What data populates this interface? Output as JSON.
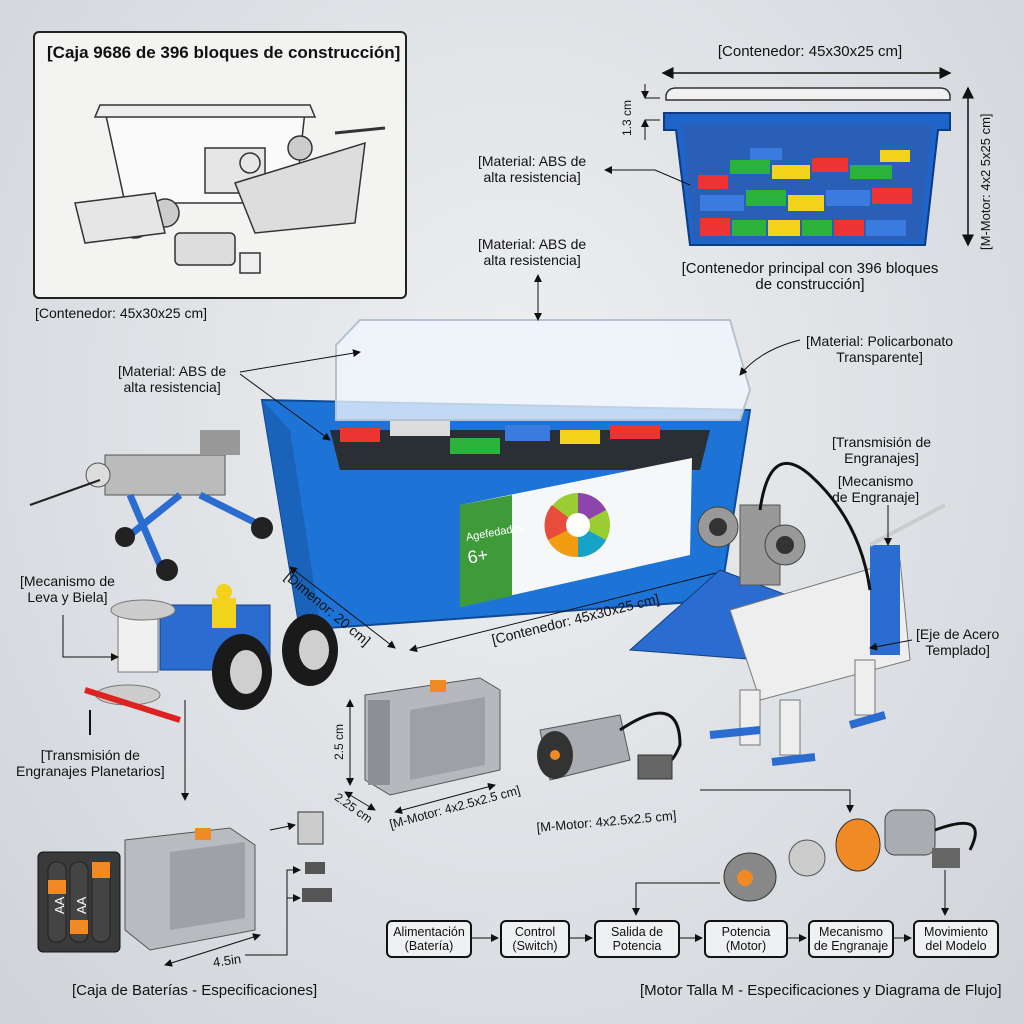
{
  "inset": {
    "title": "[Caja 9686 de 396 bloques de construcción]",
    "caption": "[Contenedor: 45x30x25 cm]"
  },
  "top_diagram": {
    "width_label": "[Contenedor: 45x30x25 cm]",
    "lid_height": "1.3 cm",
    "height_label": "[M-Motor: 4x2 5x25 cm]",
    "caption_line1": "[Contenedor principal con 396 bloques",
    "caption_line2": "de construcción]"
  },
  "callouts": {
    "abs_1": [
      "[Material: ABS de",
      "alta resistencia]"
    ],
    "abs_2": [
      "[Material: ABS de",
      "alta resistencia]"
    ],
    "abs_3": [
      "[Material: ABS de",
      "alta resistencia]"
    ],
    "polycarbonate": [
      "[Material: Policarbonato",
      "Transparente]"
    ],
    "gear_transmission": [
      "[Transmisión de",
      "Engranajes]"
    ],
    "gear_mechanism": [
      "[Mecanismo",
      "de Engranaje]"
    ],
    "steel_axle": [
      "[Eje de Acero",
      "Templado]"
    ],
    "cam": [
      "[Mecanismo de",
      "Leva y Biela]"
    ],
    "planetary": [
      "[Transmisión de",
      "Engranajes Planetarios]"
    ],
    "depth": "[Dimenor: 20 cm]",
    "container_dim": "[Contenedor: 45x30x25 cm]"
  },
  "box_label": {
    "age_title": "Agefedados",
    "age": "6+"
  },
  "battery_module": {
    "height": "2.5 cm",
    "depth": "2.25 cm",
    "size": "[M-Motor: 4x2.5x2.5 cm]"
  },
  "motor": {
    "size": "[M-Motor: 4x2.5x2.5 cm]"
  },
  "battery_box": {
    "cell1": "AA",
    "cell2": "AA",
    "length": "4.5in",
    "caption": "[Caja de Baterías - Especificaciones]"
  },
  "flow": {
    "steps": [
      "Alimentación\n(Batería)",
      "Control\n(Switch)",
      "Salida de\nPotencia",
      "Potencia\n(Motor)",
      "Mecanismo\nde Engranaje",
      "Movimiento\ndel Modelo"
    ],
    "caption": "[Motor Talla M - Especificaciones y Diagrama de Flujo]"
  },
  "colors": {
    "blue": "#1f6fd0",
    "orange": "#f08a24",
    "green": "#3f9a3a",
    "gray": "#a9adb1"
  }
}
